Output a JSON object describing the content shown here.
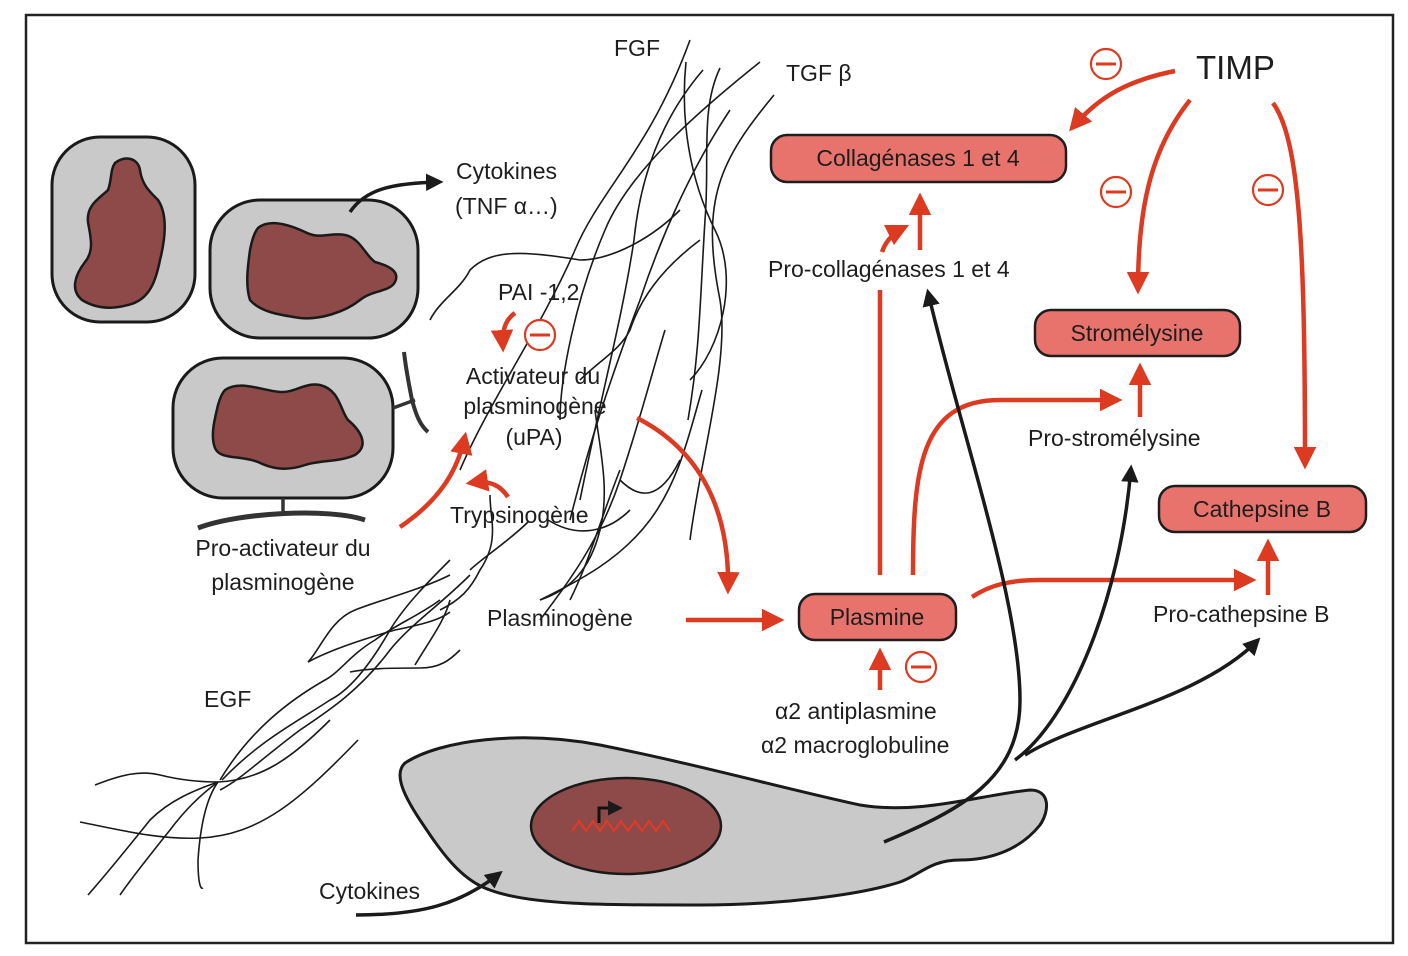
{
  "figure": {
    "type": "biological-pathway-diagram",
    "language": "fr",
    "colors": {
      "activation_arrow": "#dd3a22",
      "enzyme_box_fill": "#e8736c",
      "secretion_arrow": "#1a1a1a",
      "cell_fill": "#c9c9c9",
      "nucleus_fill": "#8e4a48"
    }
  },
  "labels": {
    "fgf": "FGF",
    "tgf_beta": "TGF β",
    "timp": "TIMP",
    "cytokines_top_line1": "Cytokines",
    "cytokines_top_line2": "(TNF α…)",
    "pai": "PAI -1,2",
    "upa_line1": "Activateur du",
    "upa_line2": "plasminogène",
    "upa_line3": "(uPA)",
    "trypsinogen": "Trypsinogène",
    "pro_activator_line1": "Pro-activateur du",
    "pro_activator_line2": "plasminogène",
    "plasminogen": "Plasminogène",
    "egf": "EGF",
    "pro_collagenases": "Pro-collagénases 1 et 4",
    "pro_stromelysin": "Pro-stromélysine",
    "pro_cathepsin": "Pro-cathepsine B",
    "antiplasmin": "α2 antiplasmine",
    "macroglobulin": "α2 macroglobuline",
    "cytokines_bottom": "Cytokines",
    "inhibition_symbol": "−"
  },
  "enzymes": {
    "collagenases": "Collagénases 1 et 4",
    "stromelysin": "Stromélysine",
    "cathepsin": "Cathepsine B",
    "plasmin": "Plasmine"
  },
  "relations": [
    {
      "from": "Plasminogène",
      "to": "Plasmine",
      "type": "activation"
    },
    {
      "from": "Activateur du plasminogène (uPA)",
      "to": "Plasminogène",
      "type": "activation"
    },
    {
      "from": "Pro-activateur du plasminogène",
      "to": "Activateur du plasminogène (uPA)",
      "type": "activation"
    },
    {
      "from": "Trypsinogène",
      "to": "Activateur du plasminogène (uPA)",
      "type": "activation"
    },
    {
      "from": "PAI -1,2",
      "to": "Activateur du plasminogène (uPA)",
      "type": "inhibition"
    },
    {
      "from": "α2 antiplasmine / α2 macroglobuline",
      "to": "Plasmine",
      "type": "inhibition"
    },
    {
      "from": "Plasmine",
      "to": "Pro-collagénases 1 et 4",
      "type": "activation"
    },
    {
      "from": "Plasmine",
      "to": "Pro-stromélysine",
      "type": "activation"
    },
    {
      "from": "Plasmine",
      "to": "Pro-cathepsine B",
      "type": "activation"
    },
    {
      "from": "Pro-collagénases 1 et 4",
      "to": "Collagénases 1 et 4",
      "type": "activation"
    },
    {
      "from": "Pro-stromélysine",
      "to": "Stromélysine",
      "type": "activation"
    },
    {
      "from": "Pro-cathepsine B",
      "to": "Cathepsine B",
      "type": "activation"
    },
    {
      "from": "TIMP",
      "to": "Collagénases 1 et 4",
      "type": "inhibition"
    },
    {
      "from": "TIMP",
      "to": "Stromélysine",
      "type": "inhibition"
    },
    {
      "from": "TIMP",
      "to": "Cathepsine B",
      "type": "inhibition"
    },
    {
      "from": "Cellule tumorale",
      "to": "Pro-collagénases 1 et 4",
      "type": "secretion"
    },
    {
      "from": "Cellule tumorale",
      "to": "Pro-stromélysine",
      "type": "secretion"
    },
    {
      "from": "Cellule tumorale",
      "to": "Pro-cathepsine B",
      "type": "secretion"
    },
    {
      "from": "Cytokines",
      "to": "Cellule tumorale",
      "type": "stimulation"
    },
    {
      "from": "Cellule",
      "to": "Cytokines (TNF α…)",
      "type": "secretion"
    }
  ]
}
